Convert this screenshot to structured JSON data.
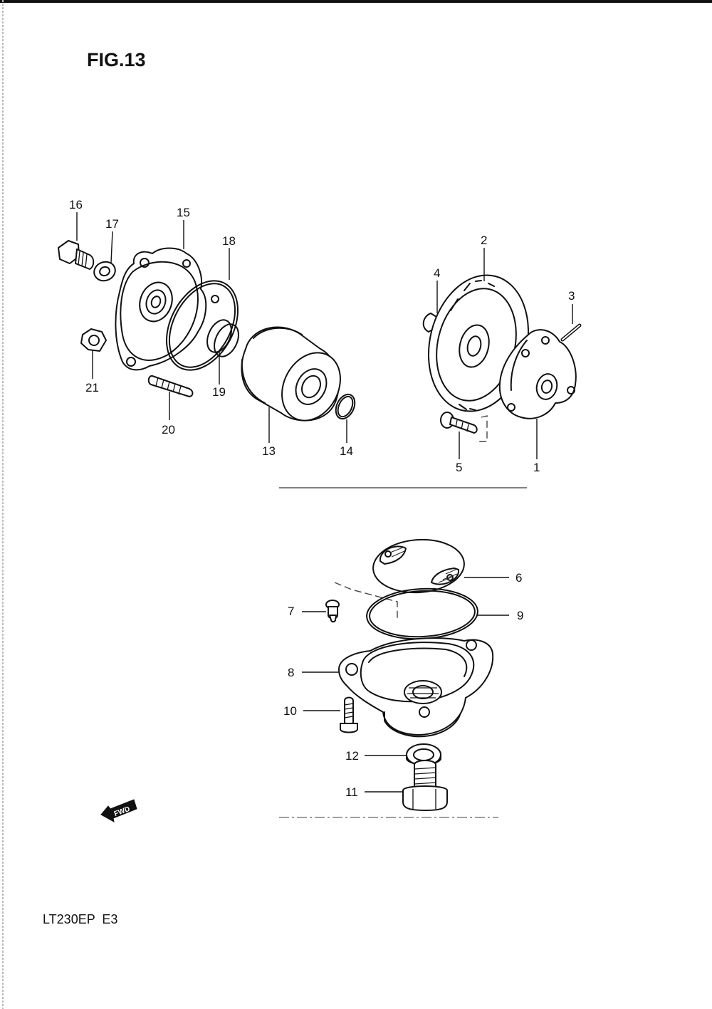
{
  "figure_title": "FIG.13",
  "model_code": "LT230EP  E3",
  "fwd_label": "FWD",
  "callouts": {
    "c1": "1",
    "c2": "2",
    "c3": "3",
    "c4": "4",
    "c5": "5",
    "c6": "6",
    "c7": "7",
    "c8": "8",
    "c9": "9",
    "c10": "10",
    "c11": "11",
    "c12": "12",
    "c13": "13",
    "c14": "14",
    "c15": "15",
    "c16": "16",
    "c17": "17",
    "c18": "18",
    "c19": "19",
    "c20": "20",
    "c21": "21"
  },
  "icons": {
    "direction_indicator": "fwd-arrow-icon"
  }
}
